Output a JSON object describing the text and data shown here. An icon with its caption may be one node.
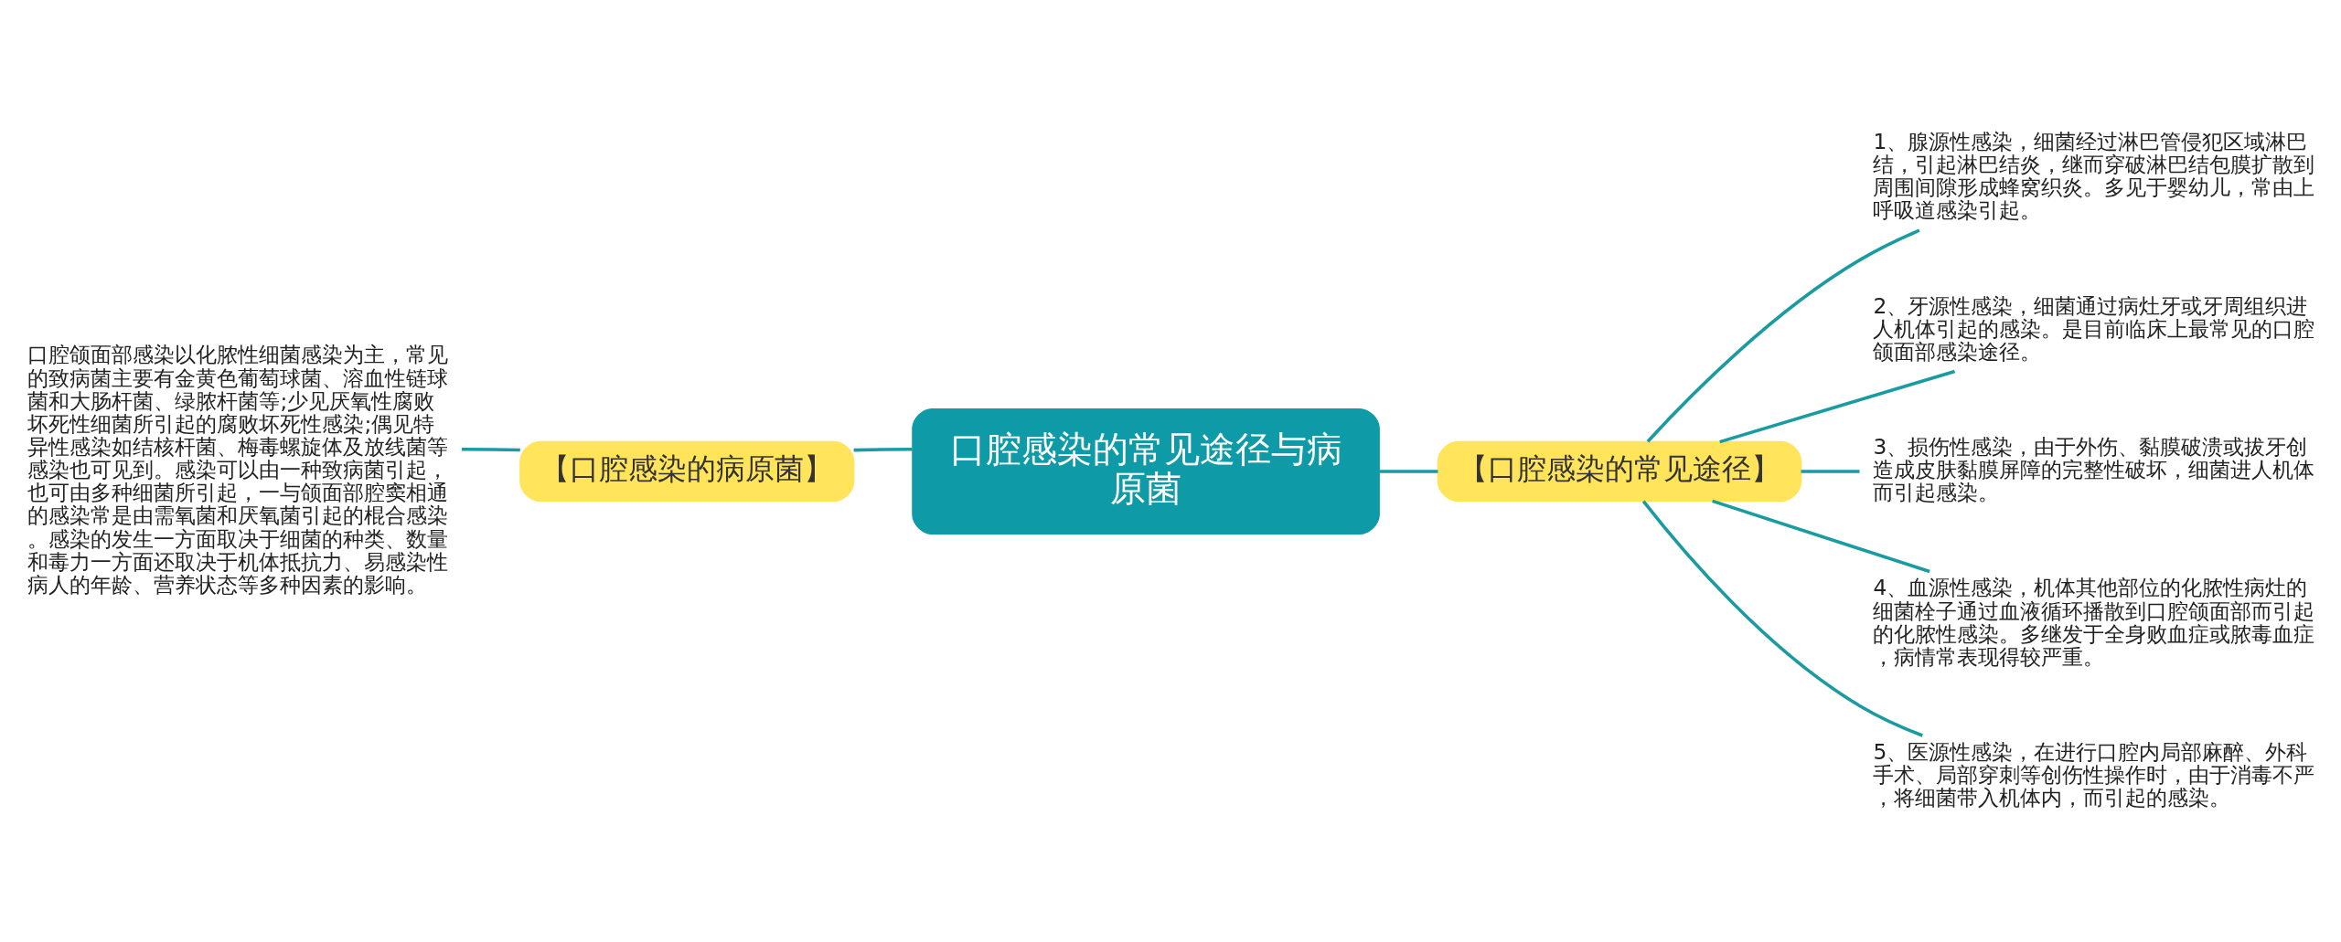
{
  "diagram": {
    "nodes": [
      {
        "text": [
          "口腔感染的常见途径与病原菌"
        ]
      },
      {
        "text": [
          "【口腔感染的病原菌】"
        ]
      },
      {
        "text": [
          "口腔颌面部感染以化脓性细菌感染为主，常见的致病菌主要有金黄色葡萄球菌、溶血性链球菌和大肠杆菌、绿脓杆菌等;少见厌氧性腐败坏死性细菌所引起的腐败坏死性感染;偶见特异性感染如结核杆菌、梅毒螺旋体及放线菌等感染也可见到。感染可以由一种致病菌引起，也可由多种细菌所引起，一与颌面部腔窦相通的感染常是由需氧菌和厌氧菌引起的棍合感染。感染的发生一方面取决于细菌的种类、数量和毒力一方面还取决于机体抵抗力、易感染性病人的年龄、营养状态等多种因素的影响。"
        ]
      },
      {
        "text": [
          "【口腔感染的常见途径】"
        ]
      },
      {
        "text": [
          "1、腺源性感染，细菌经过淋巴管侵犯区域淋巴结，引起淋巴结炎，继而穿破淋巴结包膜扩散到周围间隙形成蜂窝织炎。多见于婴幼儿，常由上呼吸道感染引起。"
        ]
      },
      {
        "text": [
          "2、牙源性感染，细菌通过病灶牙或牙周组织进人机体引起的感染。是目前临床上最常见的口腔颌面部感染途径。"
        ]
      },
      {
        "text": [
          "3、损伤性感染，由于外伤、黏膜破溃或拔牙创造成皮肤黏膜屏障的完整性破坏，细菌进人机体而引起感染。"
        ]
      },
      {
        "text": [
          "4、血源性感染，机体其他部位的化脓性病灶的细菌栓子通过血液循环播散到口腔颌面部而引起的化脓性感染。多继发于全身败血症或脓毒血症，病情常表现得较严重。"
        ]
      },
      {
        "text": [
          "5、医源性感染，在进行口腔内局部麻醉、外科手术、局部穿刺等创伤性操作时，由于消毒不严，将细菌带入机体内，而引起的感染。"
        ]
      }
    ],
    "edges": [
      {
        "from": 0,
        "to": 1,
        "arrow": "none"
      },
      {
        "from": 1,
        "to": 2,
        "arrow": "none"
      },
      {
        "from": 0,
        "to": 3,
        "arrow": "none"
      },
      {
        "from": 3,
        "to": 4,
        "arrow": "none"
      },
      {
        "from": 3,
        "to": 5,
        "arrow": "none"
      },
      {
        "from": 3,
        "to": 6,
        "arrow": "none"
      },
      {
        "from": 3,
        "to": 7,
        "arrow": "none"
      },
      {
        "from": 3,
        "to": 8,
        "arrow": "none"
      }
    ]
  }
}
